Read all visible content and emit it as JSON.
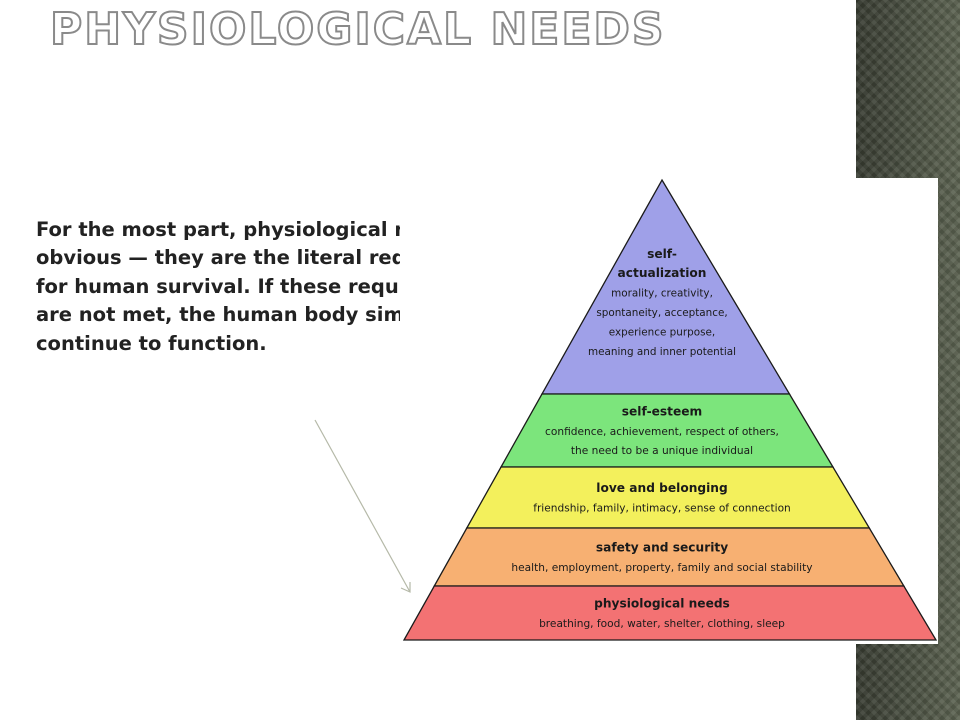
{
  "slide": {
    "title": "PHYSIOLOGICAL NEEDS",
    "body": "For the most part, physiological needs are obvious — they are the literal requirements for human survival. If these requirements are not met, the human body simply cannot continue to function."
  },
  "pyramid": {
    "levels": [
      {
        "heading": [
          "self-",
          "actualization"
        ],
        "details": [
          "morality, creativity,",
          "spontaneity, acceptance,",
          "experience purpose,",
          "meaning and inner potential"
        ],
        "color": "#9fa0e8"
      },
      {
        "heading": [
          "self-esteem"
        ],
        "details": [
          "confidence, achievement, respect of others,",
          "the need to be a unique individual"
        ],
        "color": "#7ce57c"
      },
      {
        "heading": [
          "love and belonging"
        ],
        "details": [
          "friendship, family, intimacy, sense of connection"
        ],
        "color": "#f3f05c"
      },
      {
        "heading": [
          "safety and security"
        ],
        "details": [
          "health, employment, property, family and social stability"
        ],
        "color": "#f7b072"
      },
      {
        "heading": [
          "physiological needs"
        ],
        "details": [
          "breathing, food, water, shelter, clothing, sleep"
        ],
        "color": "#f37273"
      }
    ]
  },
  "colors": {
    "texture_strip": "#4c5243",
    "outline": "#1a1a1a",
    "arrow": "#b5b9a8"
  }
}
